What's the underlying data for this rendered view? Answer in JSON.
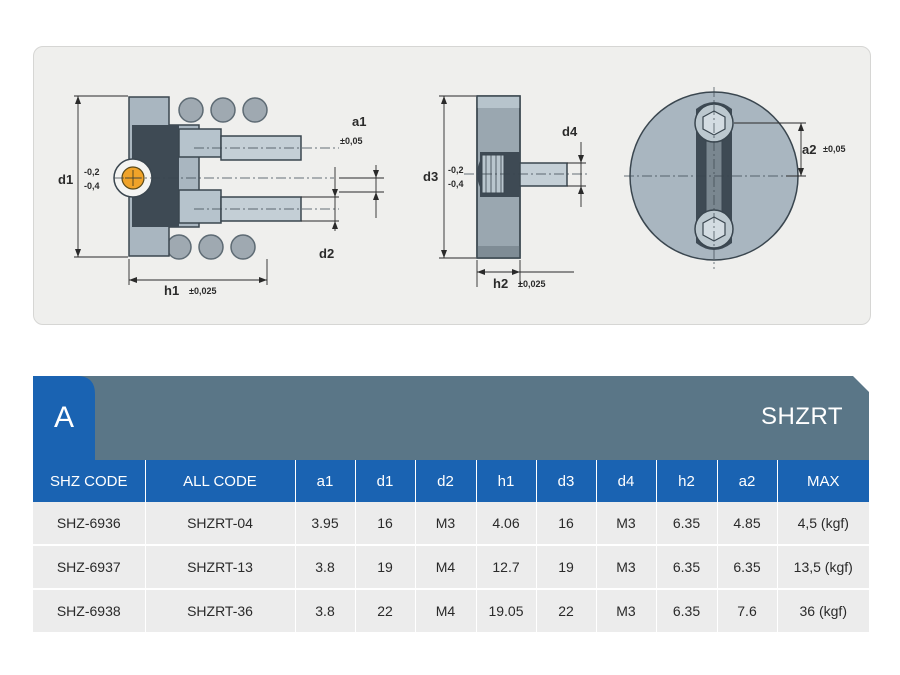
{
  "drawing": {
    "labels": {
      "a1": "a1",
      "a1_tol": "±0,05",
      "d1": "d1",
      "d1_tol_upper": "-0,2",
      "d1_tol_lower": "-0,4",
      "d2": "d2",
      "h1": "h1",
      "h1_tol": "±0,025",
      "d3": "d3",
      "d3_tol_upper": "-0,2",
      "d3_tol_lower": "-0,4",
      "d4": "d4",
      "h2": "h2",
      "h2_tol": "±0,025",
      "a2": "a2",
      "a2_tol": "±0,05"
    }
  },
  "banner": {
    "section_letter": "A",
    "series_title": "SHZRT",
    "colors": {
      "bar": "#5a7687",
      "accent": "#1a63b2"
    }
  },
  "table": {
    "headers": [
      "SHZ CODE",
      "ALL CODE",
      "a1",
      "d1",
      "d2",
      "h1",
      "d3",
      "d4",
      "h2",
      "a2",
      "MAX"
    ],
    "rows": [
      [
        "SHZ-6936",
        "SHZRT-04",
        "3.95",
        "16",
        "M3",
        "4.06",
        "16",
        "M3",
        "6.35",
        "4.85",
        "4,5 (kgf)"
      ],
      [
        "SHZ-6937",
        "SHZRT-13",
        "3.8",
        "19",
        "M4",
        "12.7",
        "19",
        "M3",
        "6.35",
        "6.35",
        "13,5 (kgf)"
      ],
      [
        "SHZ-6938",
        "SHZRT-36",
        "3.8",
        "22",
        "M4",
        "19.05",
        "22",
        "M3",
        "6.35",
        "7.6",
        "36 (kgf)"
      ]
    ]
  }
}
